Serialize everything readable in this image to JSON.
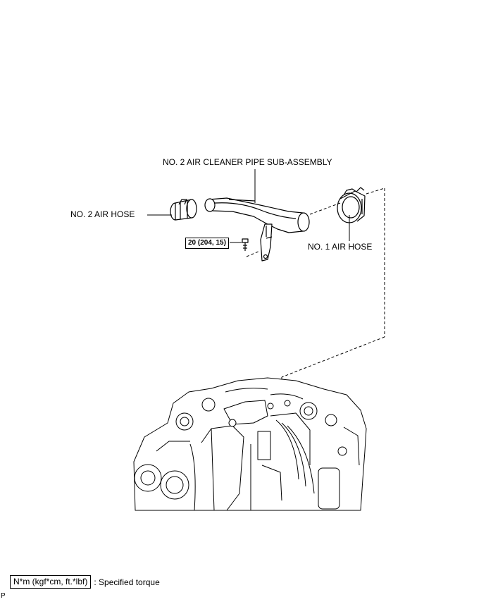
{
  "labels": {
    "pipe": "NO. 2 AIR CLEANER PIPE SUB-ASSEMBLY",
    "hose2": "NO. 2 AIR HOSE",
    "hose1": "NO. 1 AIR HOSE",
    "torque": "20 (204, 15)"
  },
  "legend": {
    "unit": "N*m (kgf*cm, ft.*lbf)",
    "text": ": Specified torque"
  },
  "corner_mark": "P"
}
